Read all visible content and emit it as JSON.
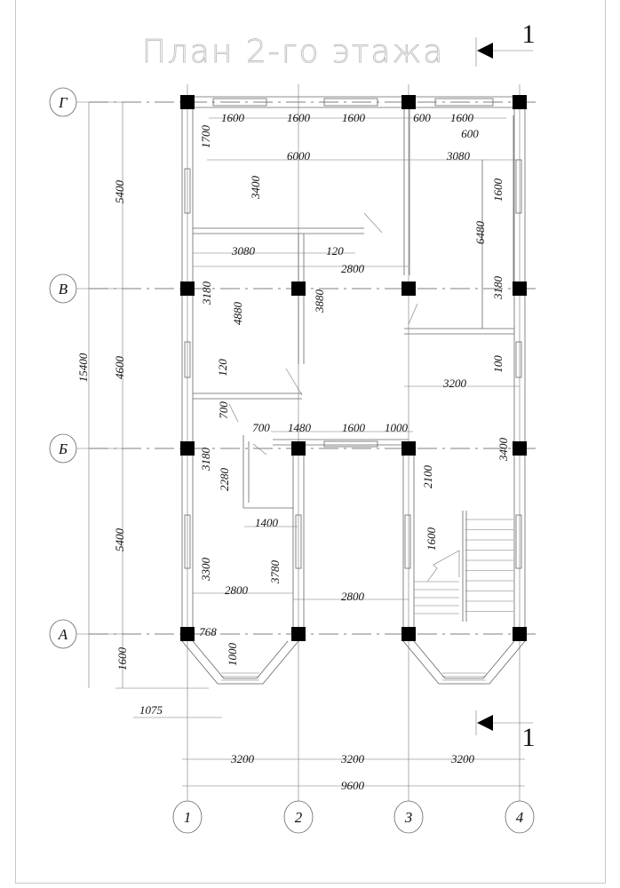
{
  "title": "План 2-го этажа",
  "section_marker": "1",
  "axes_rows": [
    "Г",
    "В",
    "Б",
    "А"
  ],
  "axes_cols": [
    "1",
    "2",
    "3",
    "4"
  ],
  "dimensions": [
    "1600",
    "1600",
    "1600",
    "600",
    "1600",
    "600",
    "6000",
    "3080",
    "1700",
    "3400",
    "5400",
    "1600",
    "6480",
    "3080",
    "120",
    "2800",
    "3180",
    "3880",
    "3180",
    "4880",
    "15400",
    "4600",
    "120",
    "100",
    "3200",
    "700",
    "700",
    "1480",
    "1600",
    "1000",
    "3180",
    "2280",
    "2100",
    "3400",
    "1400",
    "5400",
    "1600",
    "3300",
    "3780",
    "2800",
    "2800",
    "768",
    "1000",
    "1600",
    "1075",
    "3200",
    "3200",
    "3200",
    "9600"
  ]
}
